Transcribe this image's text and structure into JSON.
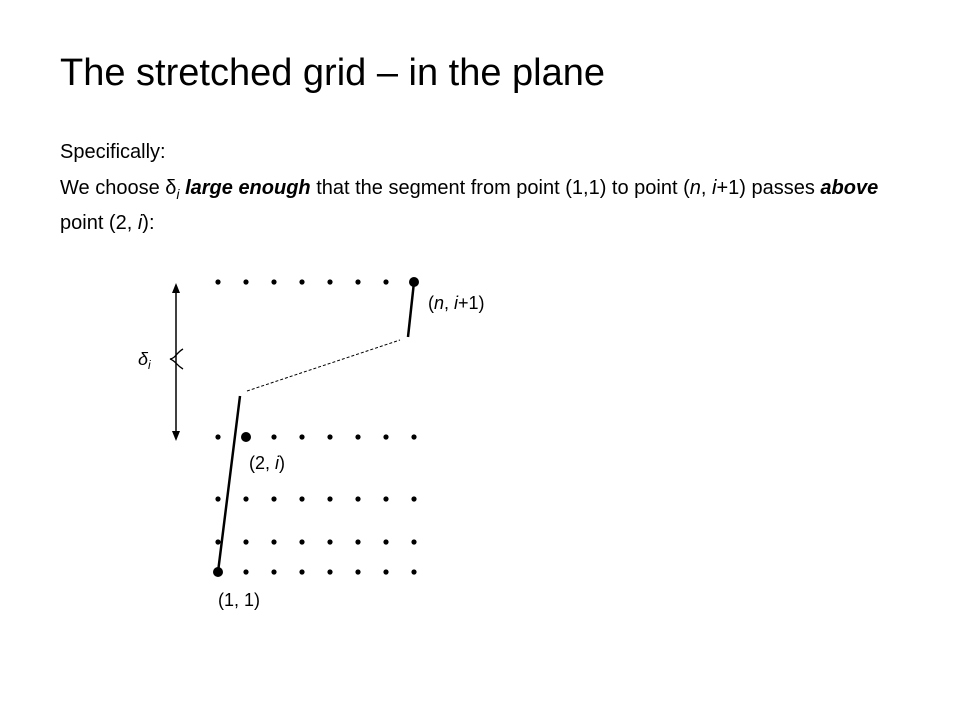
{
  "title": "The stretched grid – in the plane",
  "line1": "Specifically:",
  "para": {
    "t1": "We choose δ",
    "t1_sub": "i",
    "t2": " ",
    "t3": "large enough",
    "t4": " that the segment from point (1,1) to point (",
    "t5": "n",
    "t6": ", ",
    "t7": "i",
    "t8": "+1) passes ",
    "t9": "above",
    "t10": " point (2, ",
    "t11": "i",
    "t12": "):"
  },
  "labels": {
    "top": {
      "a": "(",
      "n": "n",
      "b": ", ",
      "i": "i",
      "c": "+1)"
    },
    "mid": {
      "a": "(2, ",
      "i": "i",
      "b": ")"
    },
    "bottom": "(1, 1)",
    "delta": "δ",
    "delta_sub": "i"
  },
  "grid": {
    "columns": 8,
    "rows": [
      "top",
      "i",
      "lower1",
      "lower2",
      "first"
    ],
    "highlighted": [
      {
        "row": "top",
        "col": 8,
        "name": "point (n, i+1)"
      },
      {
        "row": "i",
        "col": 2,
        "name": "point (2, i)"
      },
      {
        "row": "first",
        "col": 1,
        "name": "point (1, 1)"
      }
    ]
  },
  "colors": {
    "text": "#000000",
    "background": "#ffffff"
  }
}
